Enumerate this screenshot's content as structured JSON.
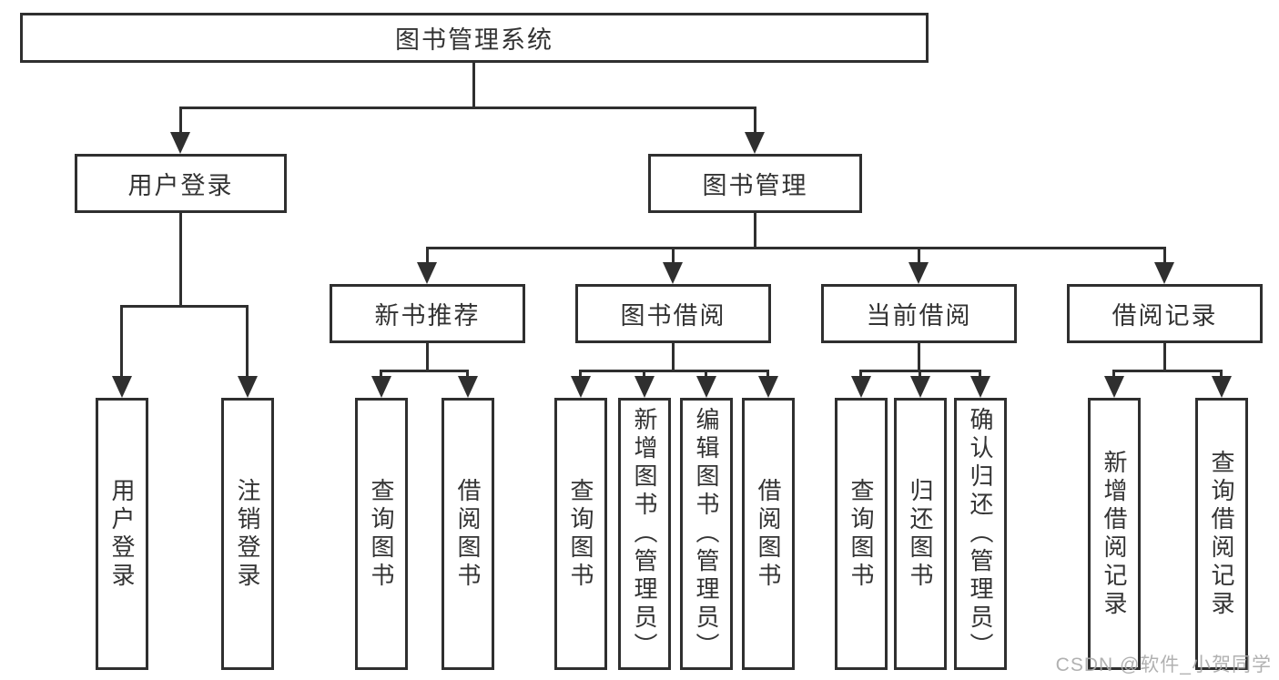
{
  "diagram": {
    "root": {
      "label": "图书管理系统"
    },
    "branches": [
      {
        "label": "用户登录",
        "children": [
          {
            "label": "用户登录"
          },
          {
            "label": "注销登录"
          }
        ]
      },
      {
        "label": "图书管理",
        "children": [
          {
            "label": "新书推荐",
            "children": [
              {
                "label": "查询图书"
              },
              {
                "label": "借阅图书"
              }
            ]
          },
          {
            "label": "图书借阅",
            "children": [
              {
                "label": "查询图书"
              },
              {
                "label": "新增图书（管理员）"
              },
              {
                "label": "编辑图书（管理员）"
              },
              {
                "label": "借阅图书"
              }
            ]
          },
          {
            "label": "当前借阅",
            "children": [
              {
                "label": "查询图书"
              },
              {
                "label": "归还图书"
              },
              {
                "label": "确认归还（管理员）"
              }
            ]
          },
          {
            "label": "借阅记录",
            "children": [
              {
                "label": "新增借阅记录"
              },
              {
                "label": "查询借阅记录"
              }
            ]
          }
        ]
      }
    ],
    "watermark": "CSDN @软件_小贺同学",
    "colors": {
      "line": "#2f2f2f",
      "text": "#333333",
      "watermark": "#a9a9a9",
      "background": "#ffffff"
    }
  }
}
